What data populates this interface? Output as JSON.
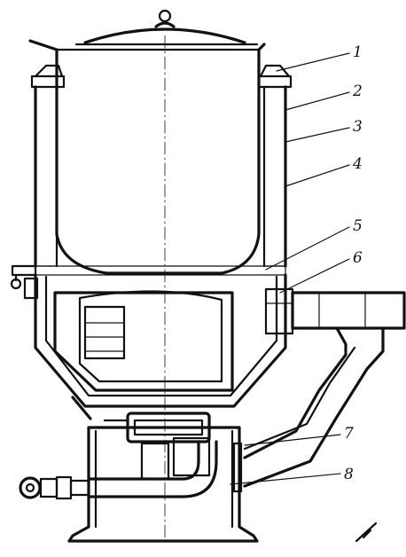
{
  "figure": {
    "kind": "technical cross-section drawing",
    "callouts": [
      {
        "number": "1",
        "label_text": "1"
      },
      {
        "number": "2",
        "label_text": "2"
      },
      {
        "number": "3",
        "label_text": "3"
      },
      {
        "number": "4",
        "label_text": "4"
      },
      {
        "number": "5",
        "label_text": "5"
      },
      {
        "number": "6",
        "label_text": "6"
      },
      {
        "number": "7",
        "label_text": "7"
      },
      {
        "number": "8",
        "label_text": "8"
      }
    ],
    "ink_color": "#111111",
    "paper_color": "#ffffff"
  }
}
